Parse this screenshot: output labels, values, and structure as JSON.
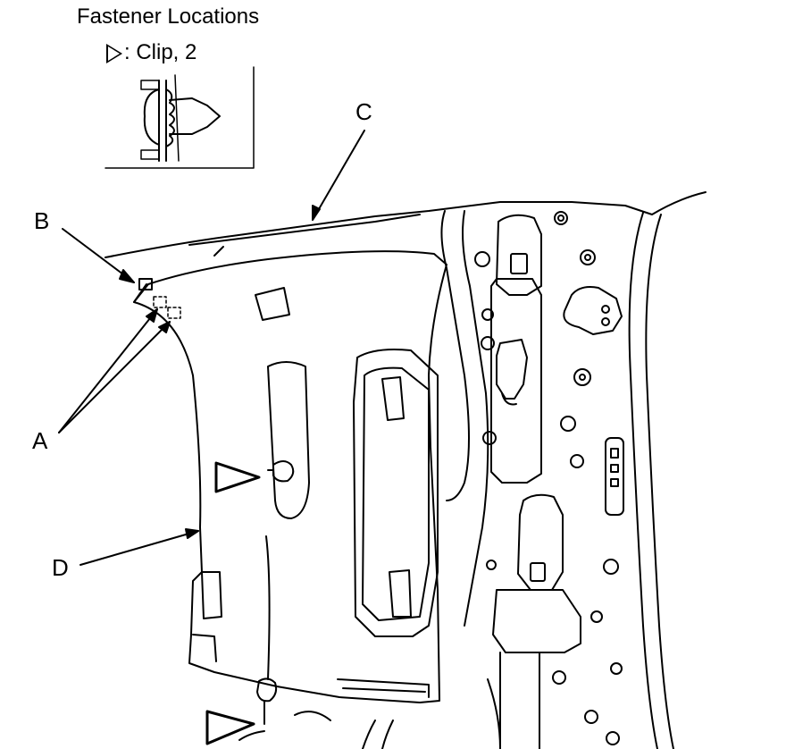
{
  "header": {
    "title": "Fastener Locations",
    "legend_symbol": "clip-triangle-icon",
    "legend_text": ": Clip, 2"
  },
  "callouts": {
    "a": "A",
    "b": "B",
    "c": "C",
    "d": "D"
  },
  "colors": {
    "line": "#000000",
    "background": "#ffffff"
  }
}
